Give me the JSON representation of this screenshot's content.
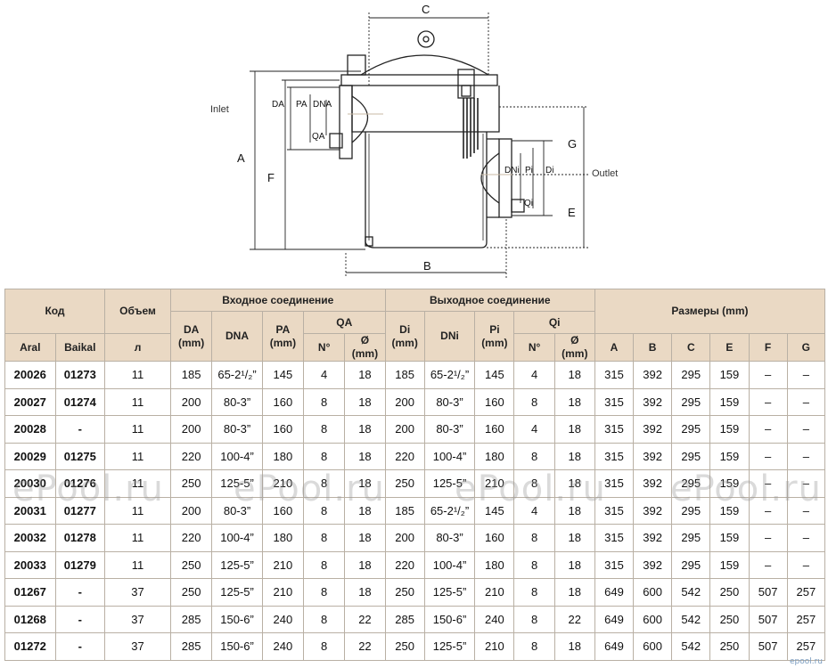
{
  "drawing": {
    "labels": {
      "inlet": "Inlet",
      "outlet": "Outlet",
      "C": "C",
      "A": "A",
      "F": "F",
      "B": "B",
      "G": "G",
      "E": "E",
      "DA": "DA",
      "PA": "PA",
      "DNA": "DNA",
      "QA": "QA",
      "DNi": "DNi",
      "Pi": "Pi",
      "Di": "Di",
      "Qi": "Qi"
    }
  },
  "table": {
    "header": {
      "kod": "Код",
      "obem": "Объем",
      "inlet_group": "Входное соединение",
      "outlet_group": "Выходное соединение",
      "dims_group": "Размеры (mm)",
      "aral": "Aral",
      "baikal": "Baikal",
      "litres": "л",
      "da": "DA",
      "da_unit": "(mm)",
      "dna": "DNA",
      "pa": "PA",
      "pa_unit": "(mm)",
      "qa": "QA",
      "qa_no": "N°",
      "qa_d": "Ø",
      "qa_d_unit": "(mm)",
      "di": "Di",
      "di_unit": "(mm)",
      "dni": "DNi",
      "pi": "Pi",
      "pi_unit": "(mm)",
      "qi": "Qi",
      "qi_no": "N°",
      "qi_d": "Ø",
      "qi_d_unit": "(mm)",
      "a": "A",
      "b": "B",
      "c": "C",
      "e": "E",
      "f": "F",
      "g": "G"
    },
    "rows": [
      [
        "20026",
        "01273",
        "11",
        "185",
        "65-2¹/₂”",
        "145",
        "4",
        "18",
        "185",
        "65-2¹/₂”",
        "145",
        "4",
        "18",
        "315",
        "392",
        "295",
        "159",
        "–",
        "–"
      ],
      [
        "20027",
        "01274",
        "11",
        "200",
        "80-3”",
        "160",
        "8",
        "18",
        "200",
        "80-3”",
        "160",
        "8",
        "18",
        "315",
        "392",
        "295",
        "159",
        "–",
        "–"
      ],
      [
        "20028",
        "-",
        "11",
        "200",
        "80-3”",
        "160",
        "8",
        "18",
        "200",
        "80-3”",
        "160",
        "4",
        "18",
        "315",
        "392",
        "295",
        "159",
        "–",
        "–"
      ],
      [
        "20029",
        "01275",
        "11",
        "220",
        "100-4”",
        "180",
        "8",
        "18",
        "220",
        "100-4”",
        "180",
        "8",
        "18",
        "315",
        "392",
        "295",
        "159",
        "–",
        "–"
      ],
      [
        "20030",
        "01276",
        "11",
        "250",
        "125-5”",
        "210",
        "8",
        "18",
        "250",
        "125-5”",
        "210",
        "8",
        "18",
        "315",
        "392",
        "295",
        "159",
        "–",
        "–"
      ],
      [
        "20031",
        "01277",
        "11",
        "200",
        "80-3”",
        "160",
        "8",
        "18",
        "185",
        "65-2¹/₂”",
        "145",
        "4",
        "18",
        "315",
        "392",
        "295",
        "159",
        "–",
        "–"
      ],
      [
        "20032",
        "01278",
        "11",
        "220",
        "100-4”",
        "180",
        "8",
        "18",
        "200",
        "80-3”",
        "160",
        "8",
        "18",
        "315",
        "392",
        "295",
        "159",
        "–",
        "–"
      ],
      [
        "20033",
        "01279",
        "11",
        "250",
        "125-5”",
        "210",
        "8",
        "18",
        "220",
        "100-4”",
        "180",
        "8",
        "18",
        "315",
        "392",
        "295",
        "159",
        "–",
        "–"
      ],
      [
        "01267",
        "-",
        "37",
        "250",
        "125-5”",
        "210",
        "8",
        "18",
        "250",
        "125-5”",
        "210",
        "8",
        "18",
        "649",
        "600",
        "542",
        "250",
        "507",
        "257"
      ],
      [
        "01268",
        "-",
        "37",
        "285",
        "150-6”",
        "240",
        "8",
        "22",
        "285",
        "150-6”",
        "240",
        "8",
        "22",
        "649",
        "600",
        "542",
        "250",
        "507",
        "257"
      ],
      [
        "01272",
        "-",
        "37",
        "285",
        "150-6”",
        "240",
        "8",
        "22",
        "250",
        "125-5”",
        "210",
        "8",
        "18",
        "649",
        "600",
        "542",
        "250",
        "507",
        "257"
      ]
    ]
  },
  "watermark": "ePool.ru",
  "footer_mark": "epool.ru",
  "colors": {
    "header_bg": "#ead9c4",
    "border": "#b9b0a4"
  }
}
